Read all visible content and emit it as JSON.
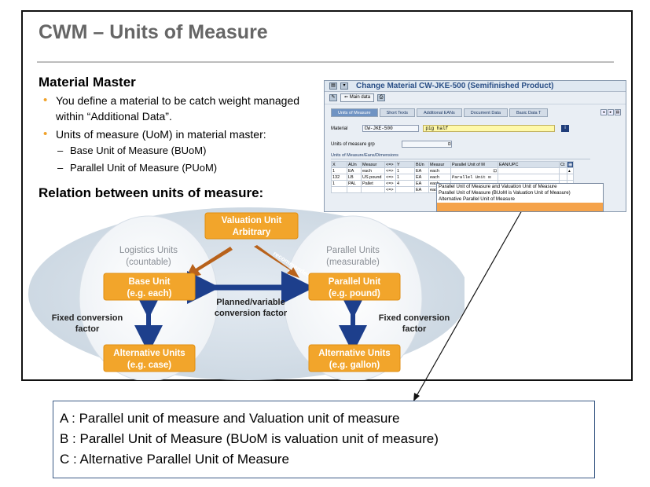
{
  "slide": {
    "title": "CWM – Units of Measure",
    "material_master_heading": "Material Master",
    "bullets": [
      {
        "text": "You define a material to be catch weight managed within “Additional Data”.",
        "sub": []
      },
      {
        "text": "Units of measure (UoM) in material master:",
        "sub": [
          "Base Unit of Measure (BUoM)",
          "Parallel Unit of Measure (PUoM)"
        ]
      }
    ],
    "relation_heading": "Relation between units of measure:"
  },
  "sap": {
    "title": "Change Material CW-JKE-500 (Semifinished Product)",
    "main_data_button": "Main data",
    "tabs": [
      "Units of Measure",
      "Short Texts",
      "Additional EANs",
      "Document Data",
      "Basic Data T"
    ],
    "material_label": "Material",
    "material_value": "CW-JKE-500",
    "material_desc": "pig half",
    "uom_group_label": "Units of measure grp",
    "group_heading": "Units of Measure/Eans/Dimensions",
    "grid_headers": [
      "X",
      "AUn",
      "Measur",
      "<=>",
      "Y",
      "BUn",
      "Measur",
      "Parallel Unit of M",
      "EAN/UPC",
      "Ct"
    ],
    "grid_rows": [
      [
        "1",
        "EA",
        "each",
        "<=>",
        "1",
        "EA",
        "each",
        "",
        "",
        ""
      ],
      [
        "132",
        "LB",
        "US pound",
        "<=>",
        "1",
        "EA",
        "each",
        "Parallel Unit",
        "",
        ""
      ],
      [
        "1",
        "PAL",
        "Pallet",
        "<=>",
        "4",
        "EA",
        "each",
        "",
        "",
        ""
      ],
      [
        "",
        "",
        "",
        "<=>",
        "",
        "EA",
        "each",
        "",
        "",
        ""
      ]
    ],
    "dropdown_options": [
      "Parallel Unit of Measure and Valuation Unit of Measure",
      "Parallel Unit of Measure (BUoM is Valuation Unit of Measure)",
      "Alternative Parallel Unit of Measure",
      ""
    ]
  },
  "diagram": {
    "valuation_unit": "Valuation Unit",
    "valuation_sub": "Arbitrary",
    "recommended": "recommended",
    "logistics_title": "Logistics Units",
    "logistics_sub": "(countable)",
    "parallel_title": "Parallel Units",
    "parallel_sub": "(measurable)",
    "base_unit": "Base Unit",
    "base_example": "(e.g. each)",
    "parallel_unit": "Parallel Unit",
    "parallel_example": "(e.g. pound)",
    "planned_line1": "Planned/variable",
    "planned_line2": "conversion factor",
    "fixed_left_1": "Fixed conversion",
    "fixed_left_2": "factor",
    "fixed_right_1": "Fixed conversion",
    "fixed_right_2": "factor",
    "alt_left": "Alternative Units",
    "alt_left_example": "(e.g. case)",
    "alt_right": "Alternative Units",
    "alt_right_example": "(e.g. gallon)"
  },
  "legend": [
    "A : Parallel unit of measure and Valuation unit of measure",
    "B : Parallel Unit of Measure (BUoM is valuation unit of measure)",
    "C : Alternative Parallel Unit of Measure"
  ],
  "colors": {
    "box_orange": "#f2a52b",
    "arrow_blue": "#1d3f8c",
    "arrow_brown": "#b8621b",
    "ellipse_bg": "#d4dde6",
    "accent_bullet": "#f0a22a"
  }
}
